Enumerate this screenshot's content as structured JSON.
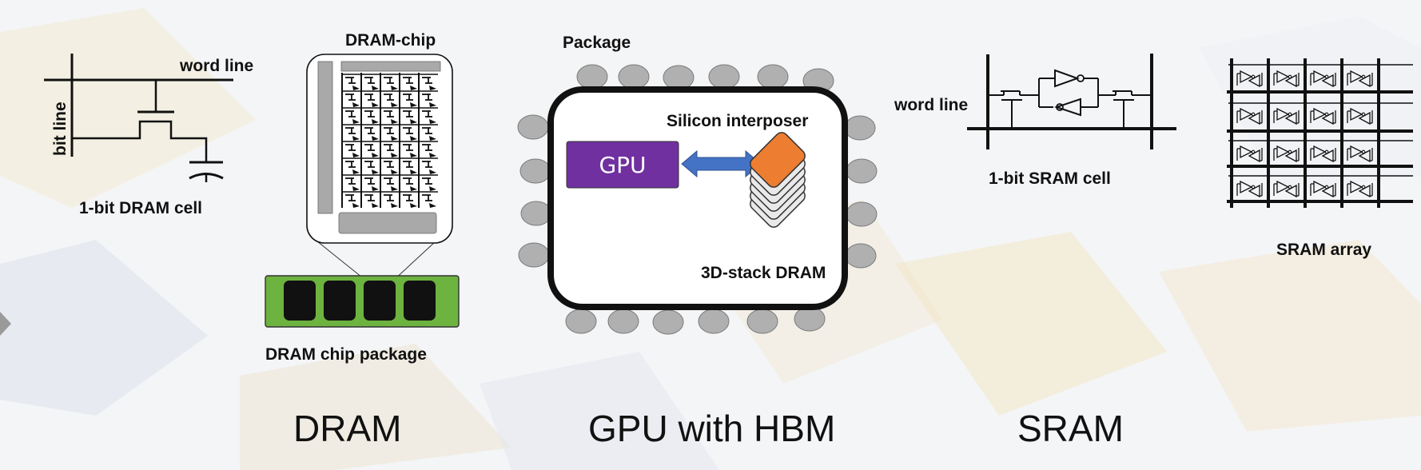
{
  "colors": {
    "background": "#f4f5f7",
    "gpu": "#7030a0",
    "arrow": "#4472c4",
    "pcb_green": "#6db33f",
    "hbm_top": "#ed7d31",
    "hbm_layer": "#e9e9e9",
    "pin": "#b0b0b0"
  },
  "icons": {
    "dram_cell": "transistor-capacitor-schematic",
    "dram_array": "dram-cell-grid",
    "sram_cell": "cross-coupled-inverter-schematic",
    "sram_array": "sram-cell-grid",
    "pins": "package-bump-ellipses"
  },
  "dram": {
    "word_line": "word line",
    "bit_line": "bit line",
    "cell_caption": "1-bit DRAM cell",
    "chip_label": "DRAM-chip",
    "package_caption": "DRAM chip package",
    "section_title": "DRAM"
  },
  "gpu_hbm": {
    "package_label": "Package",
    "interposer_label": "Silicon interposer",
    "gpu_label": "GPU",
    "stack_label": "3D-stack DRAM",
    "section_title": "GPU with HBM"
  },
  "sram": {
    "word_line": "word line",
    "cell_caption": "1-bit SRAM cell",
    "array_caption": "SRAM array",
    "section_title": "SRAM"
  }
}
